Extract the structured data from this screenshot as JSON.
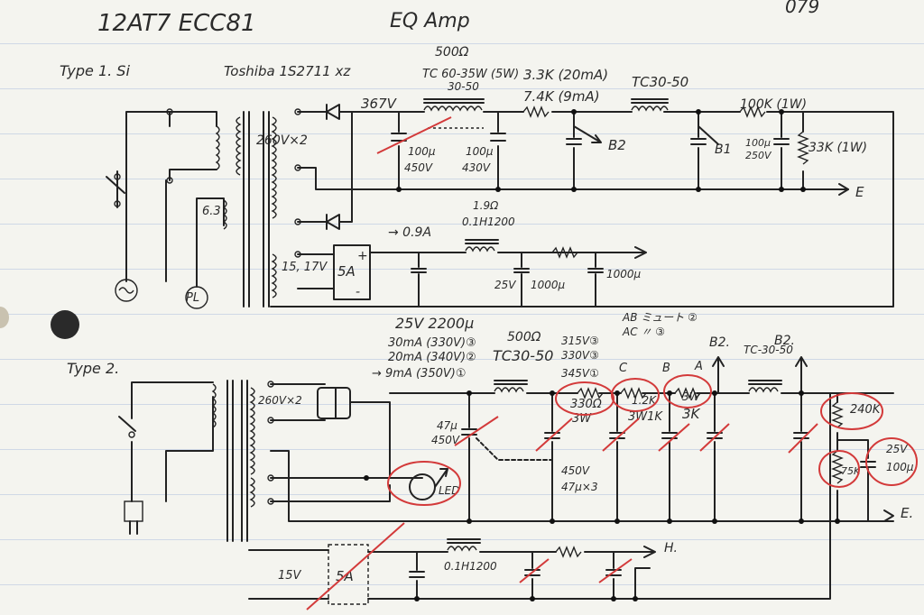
{
  "header": {
    "tube": "12AT7  ECC81",
    "title": "EQ Amp",
    "page_no": "079"
  },
  "type1": {
    "label": "Type 1. Si",
    "diode_label": "Toshiba  1S2711 xz",
    "tc_label": "500Ω",
    "tc_label2": "TC 60-35W (5W)",
    "tc_label3": "30-50",
    "r1": "3.3K (20mA)",
    "r2": "7.4K (9mA)",
    "choke2": "TC30-50",
    "r3": "100K (1W)",
    "voltage": "367V",
    "sec_voltage": "260V×2",
    "heater": "6.3",
    "c1": "100μ",
    "c1v": "450V",
    "c2": "100μ",
    "c2v": "430V",
    "b2": "B2",
    "b1": "B1",
    "c3": "100μ",
    "c3v": "250V",
    "r4": "33K (1W)",
    "ground": "E",
    "pl": "PL",
    "heater_v": "15, 17V",
    "bridge": "5A",
    "current": "→ 0.9A",
    "h_res": "1.9Ω",
    "h_choke": "0.1H1200",
    "hc1": "25V",
    "hc2": "1000μ",
    "hc3": "1000μ"
  },
  "type2": {
    "label": "Type 2.",
    "cap_main": "25V 2200μ",
    "i1": "30mA (330V)③",
    "i2": "20mA (340V)②",
    "i3": "→ 9mA (350V)①",
    "choke_r": "500Ω",
    "choke": "TC30-50",
    "v1": "315V③",
    "v2": "330V③",
    "v3": "345V①",
    "note1": "AB ミュート ②",
    "note2": "AC  〃  ③",
    "b2a": "B2.",
    "b2b": "B2.",
    "tc2": "TC-30-50",
    "sec": "260V×2",
    "c_a": "C",
    "b_a": "B",
    "a_a": "A",
    "r330": "330Ω",
    "r330w": "3W",
    "r_b": "1.2K",
    "r_bw": "3W1K",
    "r_a": "3W",
    "r_a2": "3K",
    "cap1": "47μ",
    "cap1v": "450V",
    "caps": "450V",
    "caps2": "47μ×3",
    "led": "LED",
    "r240": "240K",
    "r75": "75K",
    "c25": "25V",
    "c100": "100μ",
    "ground": "E.",
    "heater_v": "15V",
    "bridge": "5A",
    "h_choke": "0.1H1200",
    "h_out": "H."
  }
}
